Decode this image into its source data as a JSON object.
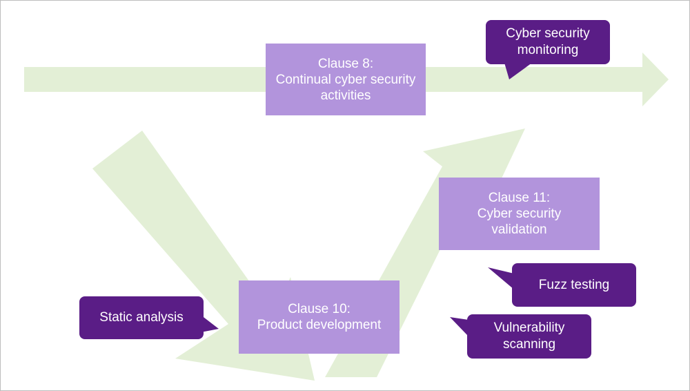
{
  "colors": {
    "arrow": "#e3efd6",
    "box": "#b294dc",
    "callout": "#5a1d86",
    "text": "#ffffff",
    "border": "#bdbdbd"
  },
  "clause_8": "Clause 8:\nContinual cyber security\nactivities",
  "clause_10": "Clause 10:\nProduct development",
  "clause_11": "Clause 11:\nCyber security\nvalidation",
  "callouts": {
    "cyber_security_monitoring": "Cyber security\nmonitoring",
    "static_analysis": "Static analysis",
    "fuzz_testing": "Fuzz testing",
    "vulnerability_scanning": "Vulnerability\nscanning"
  }
}
